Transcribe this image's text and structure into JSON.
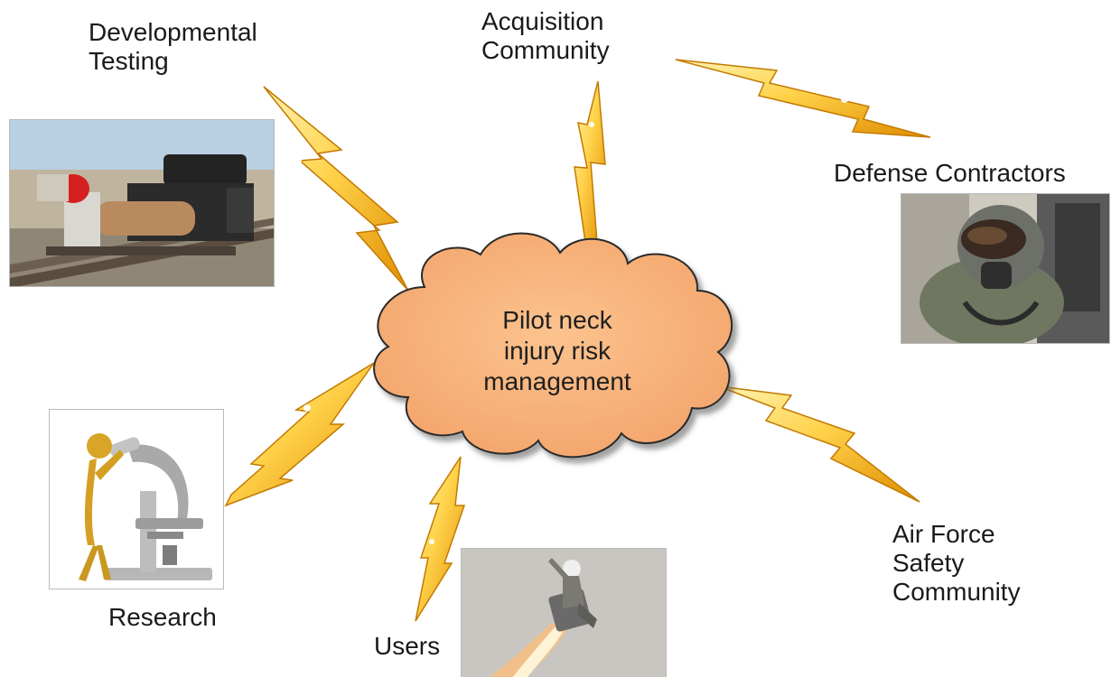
{
  "center": {
    "text": "Pilot neck\ninjury risk\nmanagement",
    "color": "#f9b47f"
  },
  "nodes": {
    "developmental_testing": "Developmental\nTesting",
    "acquisition_community": "Acquisition\nCommunity",
    "defense_contractors": "Defense Contractors",
    "air_force_safety": "Air Force\nSafety\nCommunity",
    "users": "Users",
    "research": "Research"
  },
  "colors": {
    "bolt_light": "#ffe48a",
    "bolt_dark": "#e79a10",
    "bolt_edge": "#b86f00"
  }
}
